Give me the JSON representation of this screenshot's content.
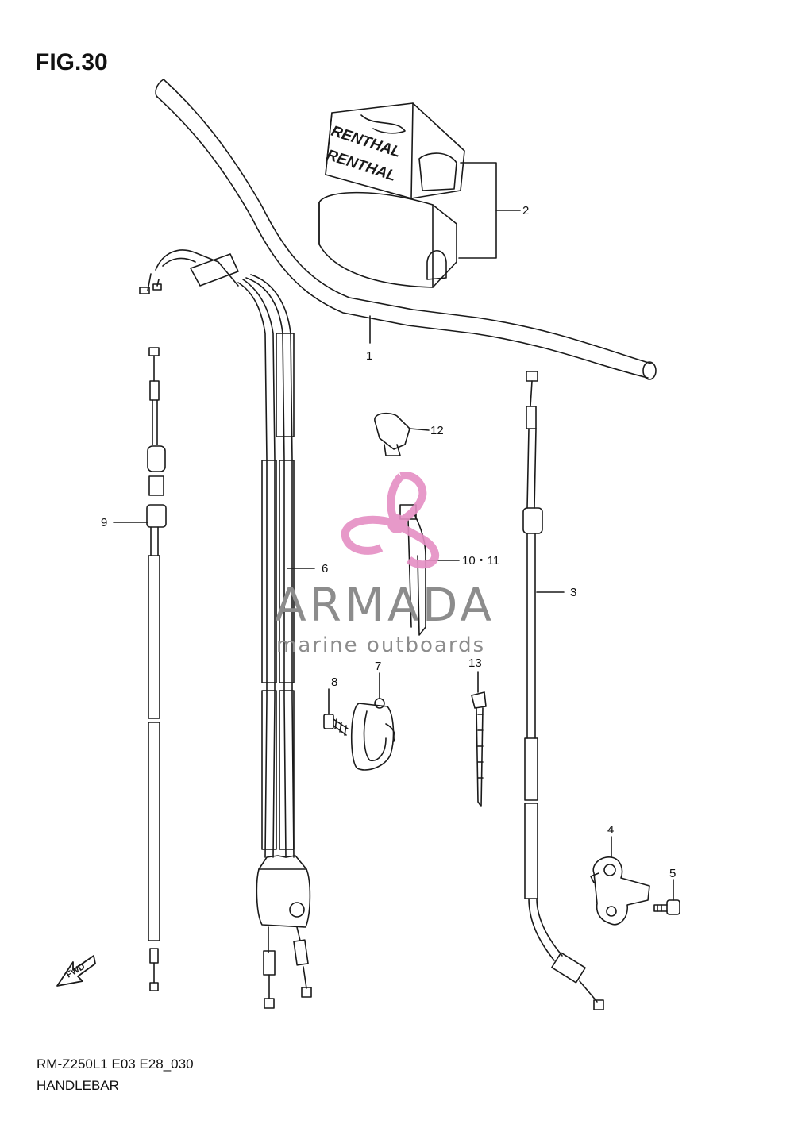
{
  "figure": {
    "title": "FIG.30",
    "model_code": "RM-Z250L1 E03 E28_030",
    "section_name": "HANDLEBAR"
  },
  "callouts": {
    "c1": "1",
    "c2": "2",
    "c3": "3",
    "c4": "4",
    "c5": "5",
    "c6": "6",
    "c7": "7",
    "c8": "8",
    "c9": "9",
    "c10_11": "10・11",
    "c12": "12",
    "c13": "13"
  },
  "pad_brand": "RENTHAL",
  "fwd_mark": "FWD",
  "watermark": {
    "name": "ARMADA",
    "tagline": "marine outboards",
    "accent_color": "#e58fc4",
    "text_color": "#8c8c8c"
  },
  "colors": {
    "line": "#1a1a1a",
    "background": "#ffffff"
  }
}
